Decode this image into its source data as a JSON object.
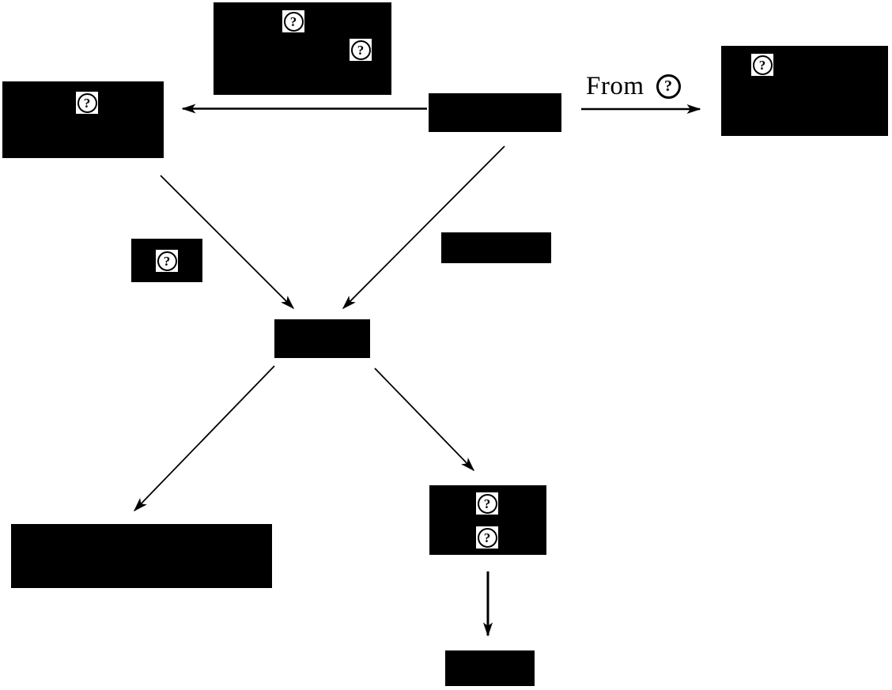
{
  "colors": {
    "ink": "#000000",
    "paper": "#ffffff"
  },
  "glyphs": {
    "question": "?"
  },
  "edge_label": {
    "text": "From"
  },
  "nodes": {
    "top_center": {
      "unknown_glyph_count": 2
    },
    "left": {
      "unknown_glyph_count": 1
    },
    "source": {
      "unknown_glyph_count": 0
    },
    "right": {
      "unknown_glyph_count": 1
    },
    "small_left_label": {
      "unknown_glyph_count": 1
    },
    "mid_label": {
      "unknown_glyph_count": 0
    },
    "hub": {
      "unknown_glyph_count": 0
    },
    "bottom_left": {
      "unknown_glyph_count": 0
    },
    "bottom_center": {
      "unknown_glyph_count": 2
    },
    "bottom": {
      "unknown_glyph_count": 0
    }
  }
}
